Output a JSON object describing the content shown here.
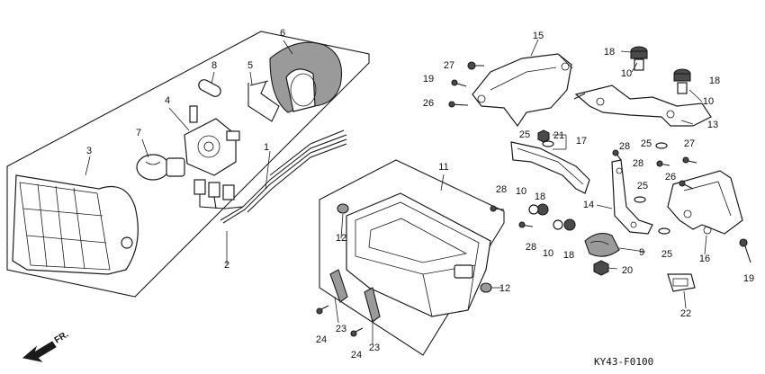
{
  "diagram_code": "KY43-F0100",
  "direction_label": "FR.",
  "callouts": [
    {
      "id": "c1",
      "label": "1"
    },
    {
      "id": "c2",
      "label": "2"
    },
    {
      "id": "c3",
      "label": "3"
    },
    {
      "id": "c4",
      "label": "4"
    },
    {
      "id": "c5",
      "label": "5"
    },
    {
      "id": "c6",
      "label": "6"
    },
    {
      "id": "c7",
      "label": "7"
    },
    {
      "id": "c8",
      "label": "8"
    },
    {
      "id": "c9",
      "label": "9"
    },
    {
      "id": "c10a",
      "label": "10"
    },
    {
      "id": "c10b",
      "label": "10"
    },
    {
      "id": "c10c",
      "label": "10"
    },
    {
      "id": "c10d",
      "label": "10"
    },
    {
      "id": "c11",
      "label": "11"
    },
    {
      "id": "c12a",
      "label": "12"
    },
    {
      "id": "c12b",
      "label": "12"
    },
    {
      "id": "c13",
      "label": "13"
    },
    {
      "id": "c14",
      "label": "14"
    },
    {
      "id": "c15",
      "label": "15"
    },
    {
      "id": "c16",
      "label": "16"
    },
    {
      "id": "c17",
      "label": "17"
    },
    {
      "id": "c18a",
      "label": "18"
    },
    {
      "id": "c18b",
      "label": "18"
    },
    {
      "id": "c18c",
      "label": "18"
    },
    {
      "id": "c18d",
      "label": "18"
    },
    {
      "id": "c19a",
      "label": "19"
    },
    {
      "id": "c19b",
      "label": "19"
    },
    {
      "id": "c20",
      "label": "20"
    },
    {
      "id": "c21",
      "label": "21"
    },
    {
      "id": "c22",
      "label": "22"
    },
    {
      "id": "c23a",
      "label": "23"
    },
    {
      "id": "c23b",
      "label": "23"
    },
    {
      "id": "c24a",
      "label": "24"
    },
    {
      "id": "c24b",
      "label": "24"
    },
    {
      "id": "c25a",
      "label": "25"
    },
    {
      "id": "c25b",
      "label": "25"
    },
    {
      "id": "c25c",
      "label": "25"
    },
    {
      "id": "c25d",
      "label": "25"
    },
    {
      "id": "c26a",
      "label": "26"
    },
    {
      "id": "c26b",
      "label": "26"
    },
    {
      "id": "c27a",
      "label": "27"
    },
    {
      "id": "c27b",
      "label": "27"
    },
    {
      "id": "c28a",
      "label": "28"
    },
    {
      "id": "c28b",
      "label": "28"
    },
    {
      "id": "c28c",
      "label": "28"
    },
    {
      "id": "c28d",
      "label": "28"
    }
  ]
}
